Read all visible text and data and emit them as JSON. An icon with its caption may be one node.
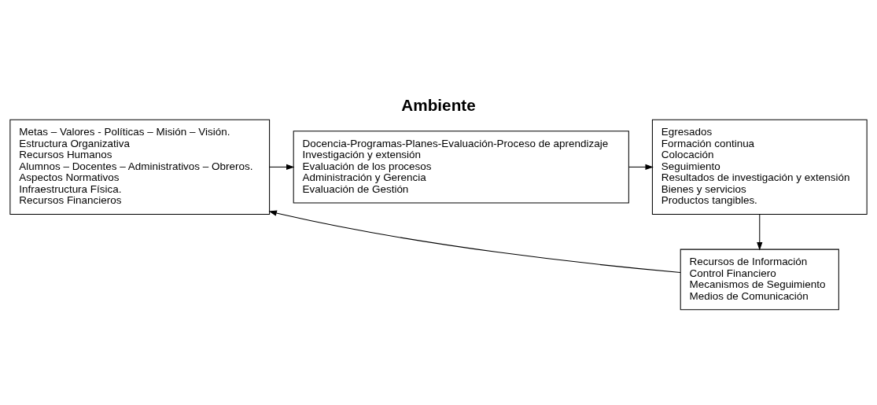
{
  "diagram": {
    "title": "Ambiente",
    "nodes": [
      {
        "text": [
          "Metas – Valores - Políticas – Misión – Visión.",
          "Estructura Organizativa",
          "Recursos Humanos",
          "Alumnos – Docentes – Administrativos – Obreros.",
          "Aspectos Normativos",
          "Infraestructura Física.",
          "Recursos Financieros"
        ]
      },
      {
        "text": [
          "Docencia-Programas-Planes-Evaluación-Proceso de aprendizaje",
          "Investigación y extensión",
          "Evaluación de los procesos",
          "Administración y Gerencia",
          "Evaluación de Gestión"
        ]
      },
      {
        "text": [
          "Egresados",
          "Formación continua",
          "Colocación",
          "Seguimiento",
          "Resultados de investigación y extensión",
          "Bienes y servicios",
          "Productos tangibles."
        ]
      },
      {
        "text": [
          "Recursos de Información",
          "Control Financiero",
          "Mecanismos de Seguimiento",
          "Medios de Comunicación"
        ]
      }
    ],
    "edges": [
      {
        "from": 0,
        "to": 1,
        "arrow": "to"
      },
      {
        "from": 1,
        "to": 2,
        "arrow": "to"
      },
      {
        "from": 2,
        "to": 3,
        "arrow": "to"
      },
      {
        "from": 3,
        "to": 0,
        "arrow": "to"
      }
    ]
  }
}
